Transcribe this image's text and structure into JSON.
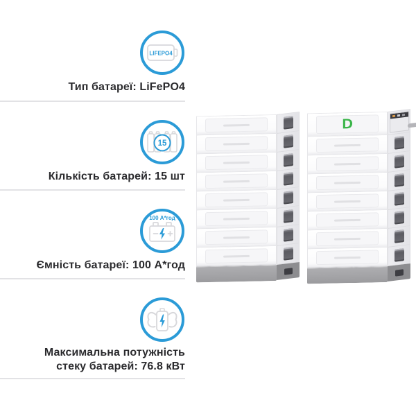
{
  "specs": {
    "accent_color": "#2b9bd7",
    "divider_color": "#e2e2e5",
    "rows": [
      {
        "icon": "lifepo4-battery-icon",
        "icon_text": "LIFEPO4",
        "label": "Тип батареї: LiFePO4"
      },
      {
        "icon": "battery-count-icon",
        "icon_text": "15",
        "label": "Кількість батарей: 15 шт"
      },
      {
        "icon": "battery-capacity-icon",
        "icon_text": "100 А*год",
        "label": "Ємність батареї: 100 А*год"
      },
      {
        "icon": "battery-power-icon",
        "icon_text": "",
        "label": "Максимальна потужність стеку батарей: 76.8 кВт"
      }
    ]
  },
  "product": {
    "logo_letter": "D",
    "logo_color": "#3bb54a",
    "towers": [
      {
        "modules": 8,
        "control_top": false
      },
      {
        "modules": 8,
        "control_top": true
      }
    ]
  }
}
